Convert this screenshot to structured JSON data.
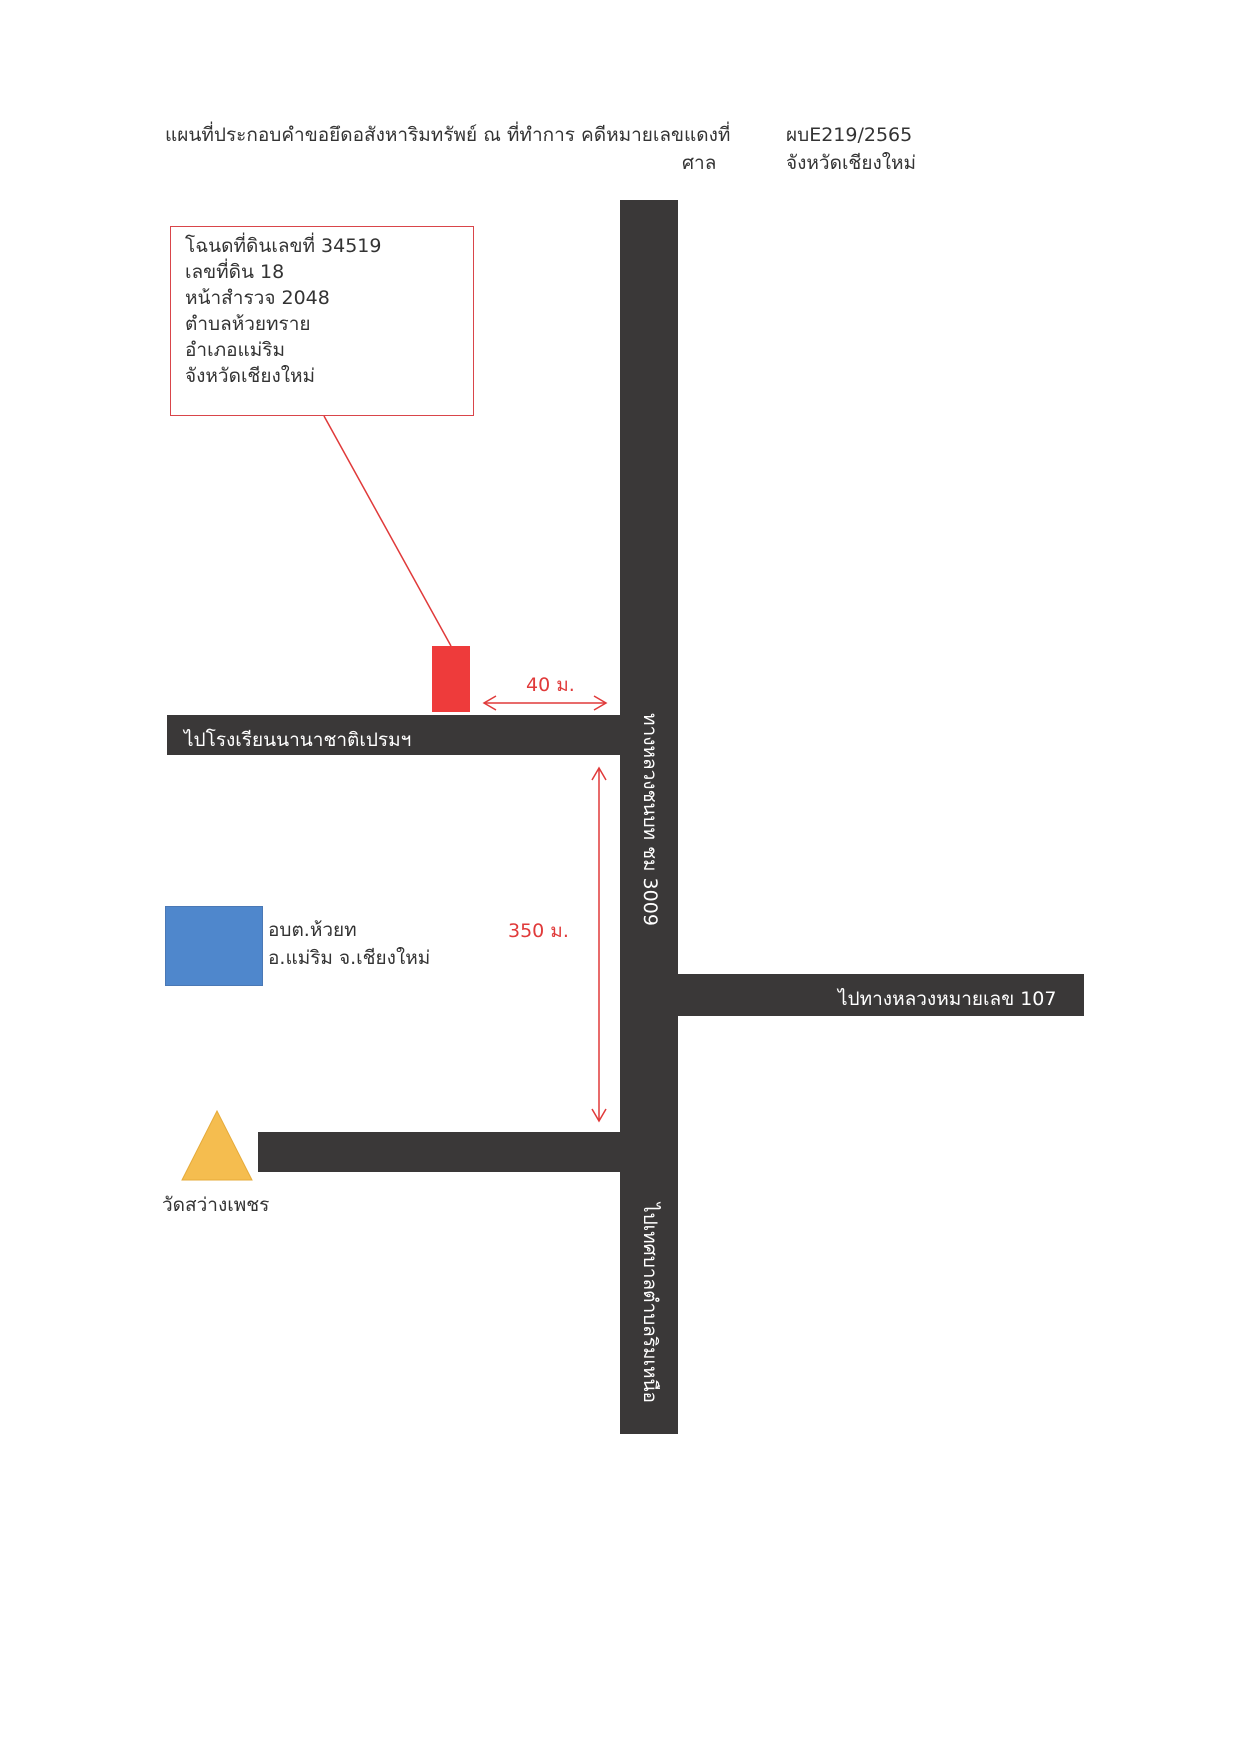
{
  "header": {
    "title": "แผนที่ประกอบคำขอยึดอสังหาริมทรัพย์ ณ ที่ทำการ คดีหมายเลขแดงที่",
    "case_number": "ผบE219/2565",
    "court_label": "ศาล",
    "court_province": "จังหวัดเชียงใหม่"
  },
  "land_info": {
    "lines": [
      "โฉนดที่ดินเลขที่ 34519",
      "เลขที่ดิน 18",
      "หน้าสำรวจ 2048",
      "ตำบลห้วยทราย",
      "อำเภอแม่ริม",
      "จังหวัดเชียงใหม่"
    ]
  },
  "roads": {
    "main_road": "ทางหลวงชนบท ชม 3009",
    "to_school": "ไปโรงเรียนนานาชาติเปรมฯ",
    "to_highway": "ไปทางหลวงหมายเลข 107",
    "to_municipality": "ไปเทศบาลตำบลริมเหนือ"
  },
  "distances": {
    "to_main_road": "40 ม.",
    "between_side_roads": "350 ม."
  },
  "landmarks": {
    "office_line1": "อบต.ห้วยท",
    "office_line2": "อ.แม่ริม จ.เชียงใหม่",
    "temple": "วัดสว่างเพชร"
  },
  "colors": {
    "road": "#3a3838",
    "plot": "#ee3b3b",
    "office": "#4f87cc",
    "temple": "#f5bd4f",
    "annotation": "#e03a3a"
  }
}
